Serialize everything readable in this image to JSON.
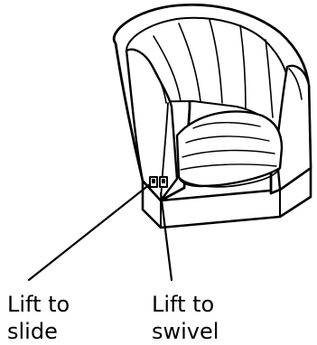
{
  "labels": {
    "slide": [
      "Lift to",
      "slide"
    ],
    "swivel": [
      "Lift to",
      "swivel"
    ]
  }
}
